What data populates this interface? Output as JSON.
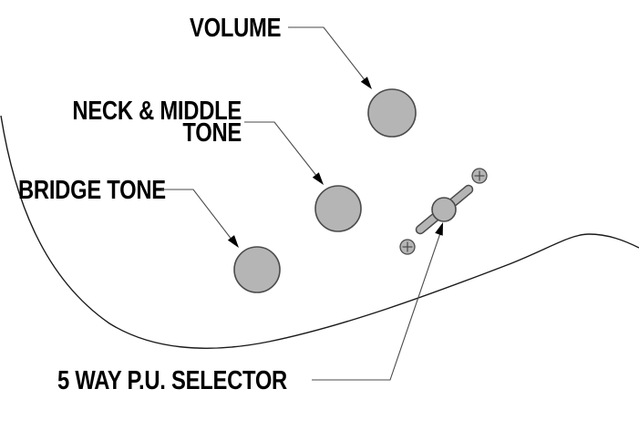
{
  "figure": {
    "background_color": "#ffffff",
    "leader_line_color": "#4a4a4a",
    "body_outline_color": "#1a1a1a",
    "knob_fill_color": "#b5b5b5",
    "knob_stroke_color": "#4a4a4a",
    "arrow_color": "#000000",
    "text_color": "#000000"
  },
  "labels": {
    "volume": "VOLUME",
    "neck_middle_line1": "NECK & MIDDLE",
    "neck_middle_line2": "TONE",
    "bridge_tone": "BRIDGE TONE",
    "selector": "5 WAY P.U. SELECTOR"
  }
}
